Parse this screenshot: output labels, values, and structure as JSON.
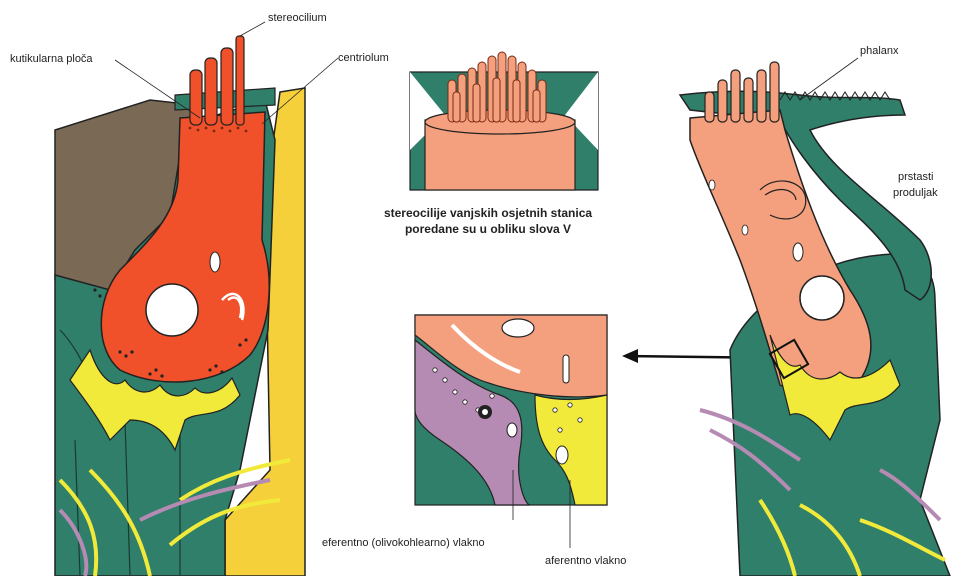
{
  "labels": {
    "stereocilium": "stereocilium",
    "kutikularna_ploca": "kutikularna ploča",
    "centriolum": "centriolum",
    "phalanx": "phalanx",
    "prstasti_line1": "prstasti",
    "prstasti_line2": "produljak",
    "eferentno": "eferentno (olivokohlearno) vlakno",
    "aferentno": "aferentno vlakno"
  },
  "caption": {
    "line1": "stereocilije vanjskih osjetnih stanica",
    "line2": "poredane su u obliku slova V"
  },
  "colors": {
    "inner_hair_cell": "#f0502a",
    "outer_hair_cell": "#f4a07e",
    "supporting_cell": "#2f7f6b",
    "dark_support": "#7a6a55",
    "yellow_cell": "#f5d03a",
    "afferent_fiber": "#f2ea3a",
    "efferent_fiber": "#b58bb3"
  }
}
